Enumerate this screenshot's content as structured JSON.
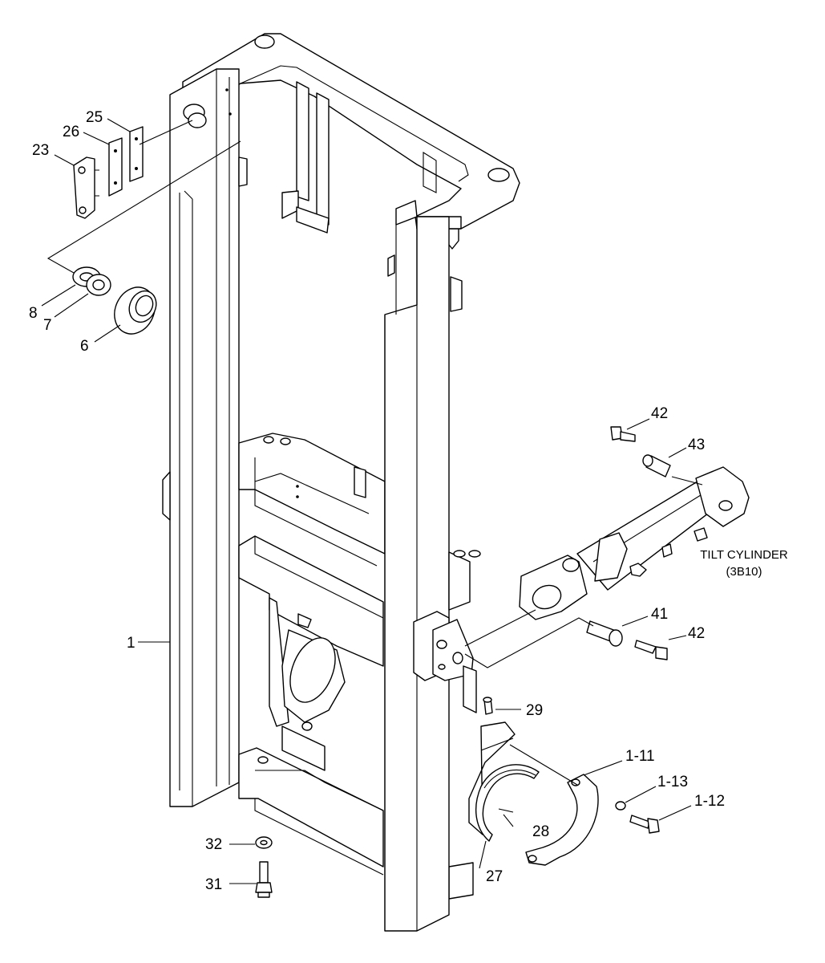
{
  "diagram": {
    "part_labels": [
      "1",
      "6",
      "7",
      "8",
      "23",
      "25",
      "26",
      "27",
      "28",
      "29",
      "31",
      "32",
      "41",
      "42",
      "42",
      "43",
      "1-11",
      "1-12",
      "1-13"
    ],
    "tilt_cylinder": {
      "name": "TILT CYLINDER",
      "ref": "(3B10)"
    }
  }
}
